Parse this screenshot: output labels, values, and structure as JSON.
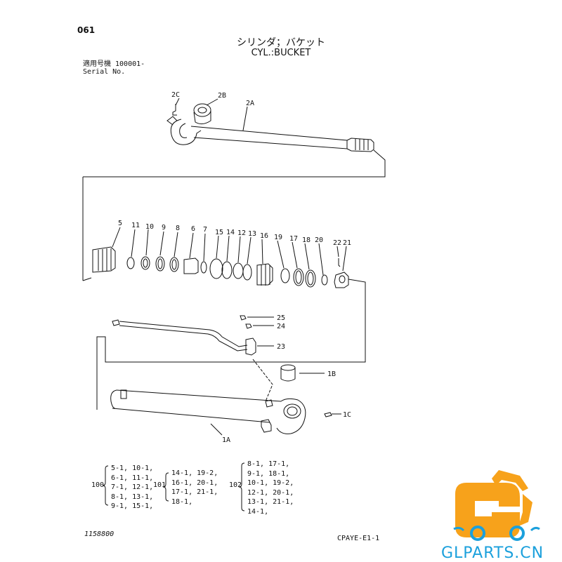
{
  "page_number": "061",
  "title_jp": "シリンダ；バケット",
  "title_en": "CYL.:BUCKET",
  "serial_line1": "適用号機  100001-",
  "serial_line2": "Serial No.",
  "callouts": [
    "2C",
    "2B",
    "2A",
    "5",
    "11",
    "10",
    "9",
    "8",
    "6",
    "7",
    "15",
    "14",
    "12",
    "13",
    "16",
    "19",
    "17",
    "18",
    "20",
    "22",
    "21",
    "25",
    "24",
    "23",
    "1B",
    "1C",
    "1A"
  ],
  "kits": [
    {
      "id": "100",
      "items": [
        "5-1, 10-1,",
        "6-1, 11-1,",
        "7-1, 12-1,",
        "8-1, 13-1,",
        "9-1, 15-1,"
      ]
    },
    {
      "id": "101",
      "items": [
        "14-1, 19-2,",
        "16-1, 20-1,",
        "17-1, 21-1,",
        "18-1,"
      ]
    },
    {
      "id": "102",
      "items": [
        "8-1, 17-1,",
        "9-1, 18-1,",
        "10-1, 19-2,",
        "12-1, 20-1,",
        "13-1, 21-1,",
        "14-1,"
      ]
    }
  ],
  "footer_left": "1158800",
  "footer_right": "CPAYE-E1-1",
  "logo_text": "GLPARTS.CN",
  "colors": {
    "logo_orange": "#f7a21b",
    "logo_blue": "#1ba0dc",
    "ink": "#111111"
  }
}
